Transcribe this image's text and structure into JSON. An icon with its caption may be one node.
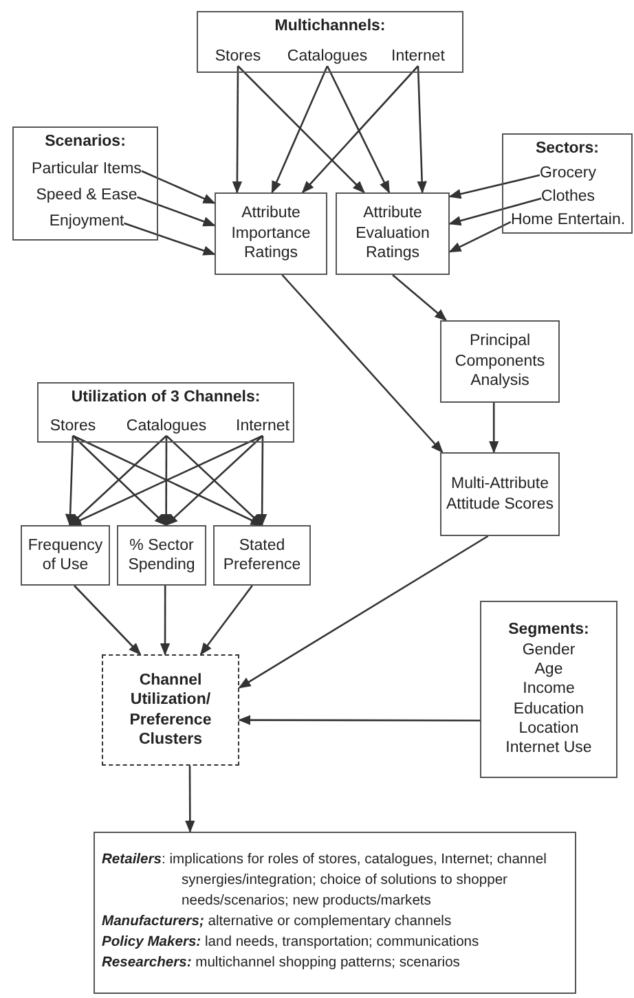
{
  "diagram": {
    "nodes": [
      {
        "text": [
          "Multichannels:"
        ]
      },
      {
        "text": [
          "Stores"
        ],
        "in": 0
      },
      {
        "text": [
          "Catalogues"
        ],
        "in": 0
      },
      {
        "text": [
          "Internet"
        ],
        "in": 0
      },
      {
        "text": [
          "Scenarios:"
        ]
      },
      {
        "text": [
          "Particular Items"
        ],
        "in": 4
      },
      {
        "text": [
          "Speed & Ease"
        ],
        "in": 4
      },
      {
        "text": [
          "Enjoyment"
        ],
        "in": 4
      },
      {
        "text": [
          "Attribute Importance Ratings"
        ]
      },
      {
        "text": [
          "Attribute Evaluation Ratings"
        ]
      },
      {
        "text": [
          "Sectors:"
        ]
      },
      {
        "text": [
          "Grocery"
        ],
        "in": 10
      },
      {
        "text": [
          "Clothes"
        ],
        "in": 10
      },
      {
        "text": [
          "Home Entertain."
        ],
        "in": 10
      },
      {
        "text": [
          "Principal Components Analysis"
        ]
      },
      {
        "text": [
          "Utilization of 3 Channels:"
        ]
      },
      {
        "text": [
          "Stores"
        ],
        "in": 15
      },
      {
        "text": [
          "Catalogues"
        ],
        "in": 15
      },
      {
        "text": [
          "Internet"
        ],
        "in": 15
      },
      {
        "text": [
          "Multi-Attribute Attitude Scores"
        ]
      },
      {
        "text": [
          "Frequency of Use"
        ]
      },
      {
        "text": [
          "% Sector Spending"
        ]
      },
      {
        "text": [
          "Stated Preference"
        ]
      },
      {
        "text": [
          "Segments:",
          "Gender",
          "Age",
          "Income",
          "Education",
          "Location",
          "Internet Use"
        ]
      },
      {
        "text": [
          "Channel Utilization/ Preference Clusters"
        ]
      },
      {
        "text": [
          "**Retailers**: implications for roles of stores, catalogues, Internet; channel synergies/integration; choice of solutions to shopper needs/scenarios; new products/markets",
          "**Manufacturers;** alternative or complementary channels",
          "**Policy Makers:** land needs, transportation; communications",
          "**Researchers:** multichannel shopping patterns; scenarios"
        ]
      }
    ],
    "edges": [
      {
        "from": 1,
        "to": 8,
        "arrow": "to"
      },
      {
        "from": 1,
        "to": 9,
        "arrow": "to"
      },
      {
        "from": 2,
        "to": 8,
        "arrow": "to"
      },
      {
        "from": 2,
        "to": 9,
        "arrow": "to"
      },
      {
        "from": 3,
        "to": 8,
        "arrow": "to"
      },
      {
        "from": 3,
        "to": 9,
        "arrow": "to"
      },
      {
        "from": 5,
        "to": 8,
        "arrow": "to"
      },
      {
        "from": 6,
        "to": 8,
        "arrow": "to"
      },
      {
        "from": 7,
        "to": 8,
        "arrow": "to"
      },
      {
        "from": 11,
        "to": 9,
        "arrow": "to"
      },
      {
        "from": 12,
        "to": 9,
        "arrow": "to"
      },
      {
        "from": 13,
        "to": 9,
        "arrow": "to"
      },
      {
        "from": 8,
        "to": 19,
        "arrow": "to"
      },
      {
        "from": 9,
        "to": 14,
        "arrow": "to"
      },
      {
        "from": 14,
        "to": 19,
        "arrow": "to"
      },
      {
        "from": 16,
        "to": 20,
        "arrow": "to"
      },
      {
        "from": 16,
        "to": 21,
        "arrow": "to"
      },
      {
        "from": 16,
        "to": 22,
        "arrow": "to"
      },
      {
        "from": 17,
        "to": 20,
        "arrow": "to"
      },
      {
        "from": 17,
        "to": 21,
        "arrow": "to"
      },
      {
        "from": 17,
        "to": 22,
        "arrow": "to"
      },
      {
        "from": 18,
        "to": 20,
        "arrow": "to"
      },
      {
        "from": 18,
        "to": 21,
        "arrow": "to"
      },
      {
        "from": 18,
        "to": 22,
        "arrow": "to"
      },
      {
        "from": 20,
        "to": 24,
        "arrow": "to"
      },
      {
        "from": 21,
        "to": 24,
        "arrow": "to"
      },
      {
        "from": 22,
        "to": 24,
        "arrow": "to"
      },
      {
        "from": 19,
        "to": 24,
        "arrow": "to"
      },
      {
        "from": 23,
        "to": 24,
        "arrow": "to"
      },
      {
        "from": 24,
        "to": 25,
        "arrow": "to"
      }
    ]
  }
}
